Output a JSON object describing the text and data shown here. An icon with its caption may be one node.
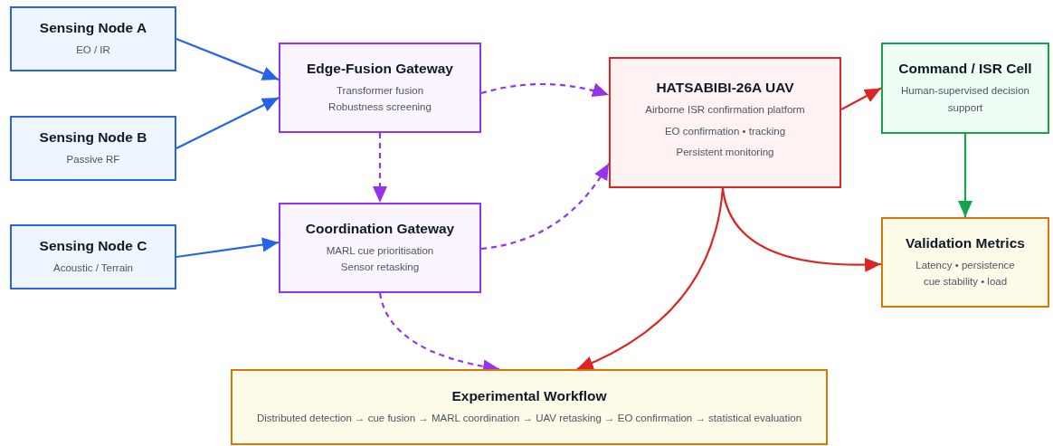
{
  "diagram": {
    "nodes": [
      {
        "text": [
          "Sensing Node A",
          "EO / IR"
        ]
      },
      {
        "text": [
          "Sensing Node B",
          "Passive RF"
        ]
      },
      {
        "text": [
          "Sensing Node C",
          "Acoustic / Terrain"
        ]
      },
      {
        "text": [
          "Edge-Fusion Gateway",
          "Transformer fusion",
          "Robustness screening"
        ]
      },
      {
        "text": [
          "Coordination Gateway",
          "MARL cue prioritisation",
          "Sensor retasking"
        ]
      },
      {
        "text": [
          "HATSABIBI-26A UAV",
          "Airborne ISR confirmation platform",
          "EO confirmation • tracking",
          "Persistent monitoring"
        ]
      },
      {
        "text": [
          "Command / ISR Cell",
          "Human-supervised decision support"
        ]
      },
      {
        "text": [
          "Validation Metrics",
          "Latency • persistence",
          "cue stability • load"
        ]
      },
      {
        "text": [
          "Experimental Workflow",
          "Distributed detection → cue fusion → MARL coordination → UAV retasking → EO confirmation → statistical evaluation"
        ]
      }
    ],
    "edges": [
      {
        "from": 0,
        "to": 3,
        "arrow": "to",
        "color": "#2563eb"
      },
      {
        "from": 1,
        "to": 3,
        "arrow": "to",
        "color": "#2563eb"
      },
      {
        "from": 2,
        "to": 4,
        "arrow": "to",
        "color": "#2563eb"
      },
      {
        "from": 3,
        "to": 4,
        "arrow": "to",
        "style": "dashed",
        "color": "#9333ea"
      },
      {
        "from": 3,
        "to": 5,
        "arrow": "to",
        "style": "dashed",
        "color": "#9333ea"
      },
      {
        "from": 4,
        "to": 5,
        "arrow": "to",
        "style": "dashed",
        "color": "#9333ea"
      },
      {
        "from": 5,
        "to": 6,
        "arrow": "to",
        "color": "#dc2626"
      },
      {
        "from": 5,
        "to": 7,
        "arrow": "to",
        "color": "#dc2626"
      },
      {
        "from": 6,
        "to": 7,
        "arrow": "to",
        "color": "#16a34a"
      },
      {
        "from": 4,
        "to": 8,
        "arrow": "to",
        "style": "dashed",
        "color": "#9333ea"
      },
      {
        "from": 5,
        "to": 8,
        "arrow": "to",
        "color": "#dc2626"
      }
    ]
  }
}
